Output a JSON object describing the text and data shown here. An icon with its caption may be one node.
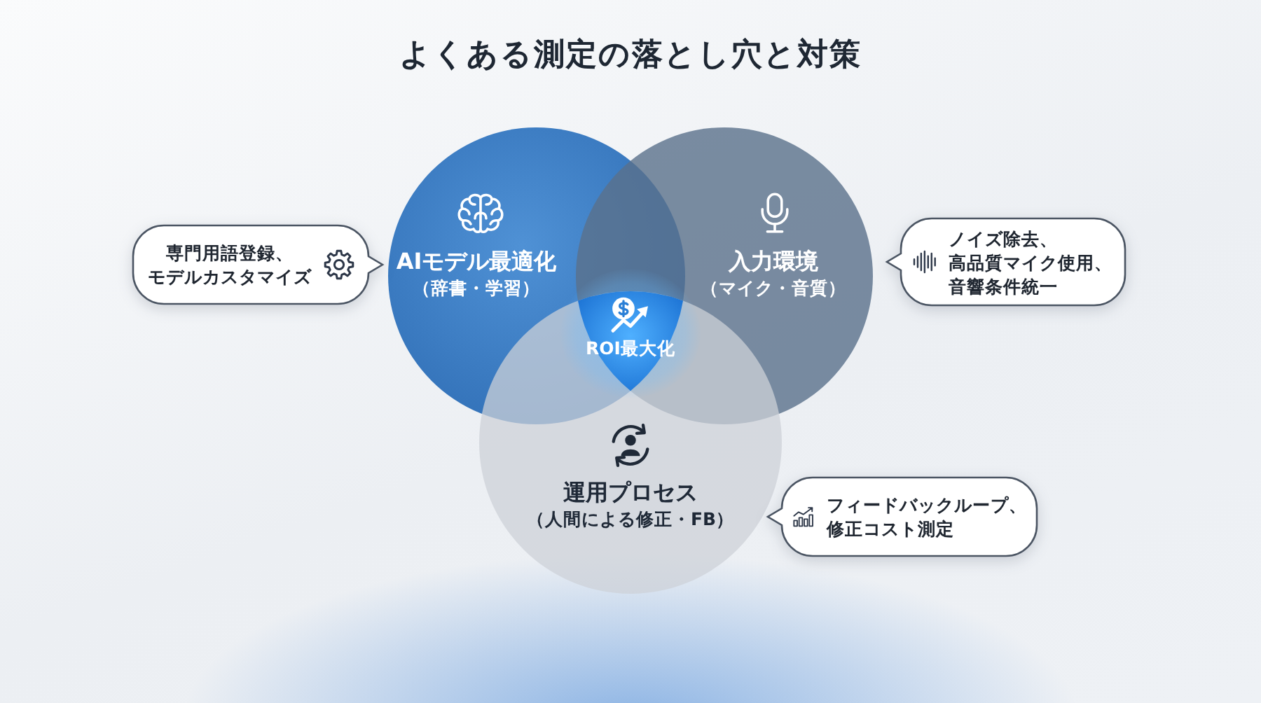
{
  "diagram": {
    "title": "よくある測定の落とし穴と対策",
    "nodes": [
      {
        "text": [
          "AIモデル最適化",
          "（辞書・学習）"
        ]
      },
      {
        "text": [
          "入力環境",
          "（マイク・音質）"
        ]
      },
      {
        "text": [
          "運用プロセス",
          "（人間による修正・FB）"
        ]
      },
      {
        "text": [
          "ROI最大化"
        ]
      },
      {
        "text": [
          "専門用語登録、モデルカスタマイズ"
        ]
      },
      {
        "text": [
          "ノイズ除去、高品質マイク使用、音響条件統一"
        ]
      },
      {
        "text": [
          "フィードバックループ、修正コスト測定"
        ]
      }
    ]
  }
}
